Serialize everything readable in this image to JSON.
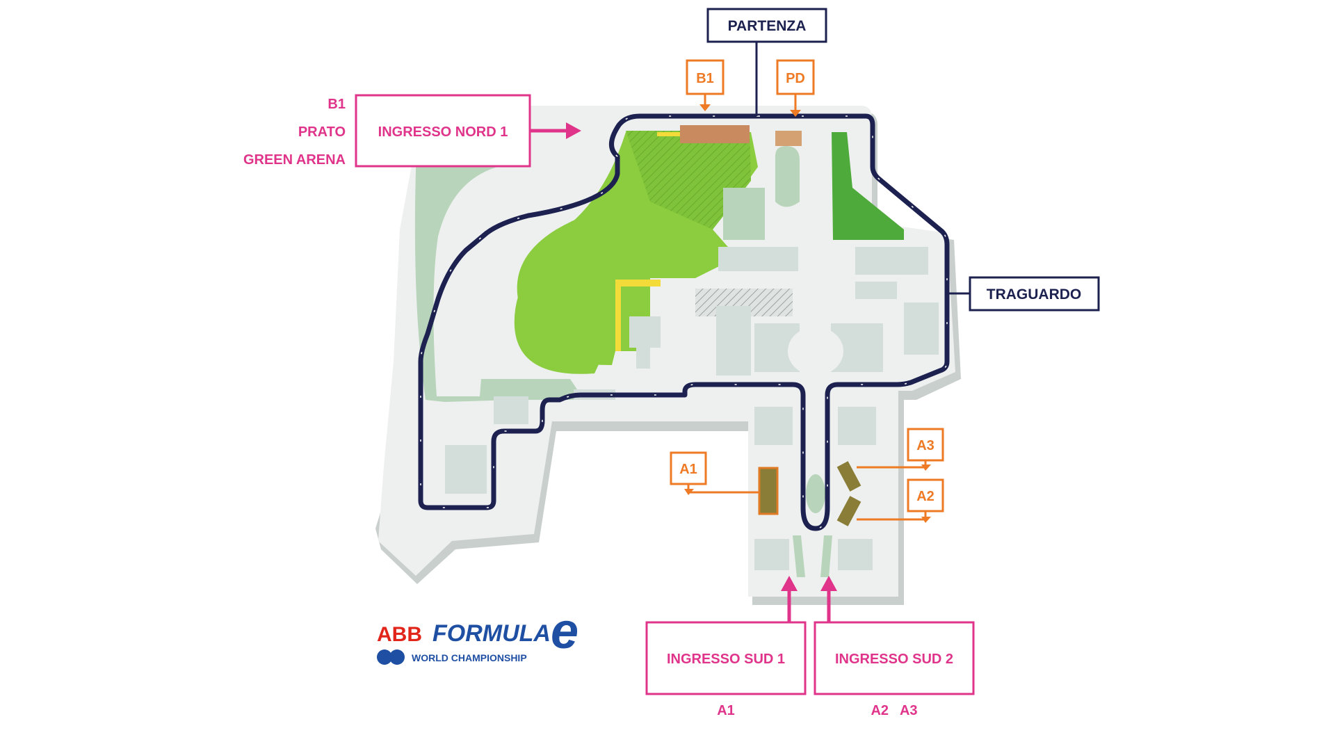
{
  "colors": {
    "pink": "#e0338a",
    "navy": "#1c2150",
    "orange": "#ee7a25",
    "lawn": "#8ccc3f",
    "light_green": "#b8d4ba",
    "plaza": "#eef0ef",
    "building": "#d3dedb"
  },
  "track": {
    "start_label": "PARTENZA",
    "finish_label": "TRAGUARDO"
  },
  "north_entrance": {
    "label": "INGRESSO NORD 1",
    "areas": [
      "B1",
      "PRATO",
      "GREEN ARENA"
    ]
  },
  "south_entrances": [
    {
      "label": "INGRESSO SUD 1",
      "areas": "A1"
    },
    {
      "label": "INGRESSO SUD 2",
      "areas": "A2   A3"
    }
  ],
  "stands": {
    "b1": "B1",
    "pd": "PD",
    "a1": "A1",
    "a2": "A2",
    "a3": "A3"
  },
  "logo": {
    "brand": "ABB",
    "series": "FORMULA",
    "mark": "e",
    "subtitle": "WORLD CHAMPIONSHIP"
  }
}
